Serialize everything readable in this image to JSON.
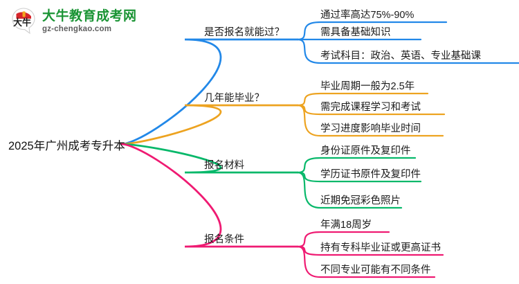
{
  "logo": {
    "mark_text": "大牛",
    "title": "大牛教育成考网",
    "subtitle": "gz-chengkao.com",
    "title_color": "#1a9434",
    "mark_color": "#d6252b"
  },
  "mindmap": {
    "root": {
      "label": "2025年广州成考专升本"
    },
    "branches": [
      {
        "label": "是否报名就能过？",
        "color": "#2288e8",
        "children": [
          "通过率高达75%-90%",
          "需具备基础知识",
          "考试科目：政治、英语、专业基础课"
        ]
      },
      {
        "label": "几年能毕业？",
        "color": "#eda320",
        "children": [
          "毕业周期一般为2.5年",
          "需完成课程学习和考试",
          "学习进度影响毕业时间"
        ]
      },
      {
        "label": "报名材料",
        "color": "#07b86a",
        "children": [
          "身份证原件及复印件",
          "学历证书原件及复印件",
          "近期免冠彩色照片"
        ]
      },
      {
        "label": "报名条件",
        "color": "#ef1a72",
        "children": [
          "年满18周岁",
          "持有专科毕业证或更高证书",
          "不同专业可能有不同条件"
        ]
      }
    ]
  }
}
